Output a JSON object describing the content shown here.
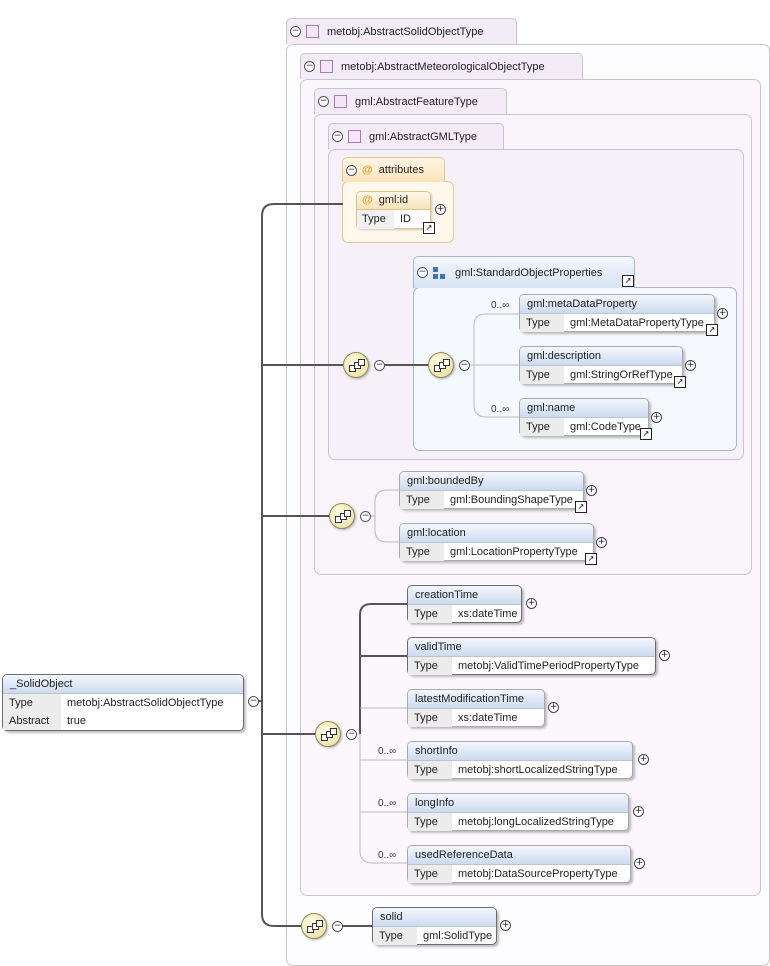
{
  "root": {
    "name": "_SolidObject",
    "rows": [
      {
        "key": "Type",
        "value": "metobj:AbstractSolidObjectType"
      },
      {
        "key": "Abstract",
        "value": "true"
      }
    ]
  },
  "types": {
    "solid_object": "metobj:AbstractSolidObjectType",
    "meteorological_object": "metobj:AbstractMeteorologicalObjectType",
    "feature": "gml:AbstractFeatureType",
    "gml": "gml:AbstractGMLType"
  },
  "attributes": {
    "label": "attributes",
    "id": {
      "name": "gml:id",
      "type_key": "Type",
      "type_value": "ID"
    }
  },
  "group": {
    "name": "gml:StandardObjectProperties"
  },
  "type_key": "Type",
  "elements": {
    "metaDataProperty": {
      "name": "gml:metaDataProperty",
      "type": "gml:MetaDataPropertyType",
      "occurs": "0..∞"
    },
    "description": {
      "name": "gml:description",
      "type": "gml:StringOrRefType"
    },
    "name": {
      "name": "gml:name",
      "type": "gml:CodeType",
      "occurs": "0..∞"
    },
    "boundedBy": {
      "name": "gml:boundedBy",
      "type": "gml:BoundingShapeType"
    },
    "location": {
      "name": "gml:location",
      "type": "gml:LocationPropertyType"
    },
    "creationTime": {
      "name": "creationTime",
      "type": "xs:dateTime"
    },
    "validTime": {
      "name": "validTime",
      "type": "metobj:ValidTimePeriodPropertyType"
    },
    "latestModificationTime": {
      "name": "latestModificationTime",
      "type": "xs:dateTime"
    },
    "shortInfo": {
      "name": "shortInfo",
      "type": "metobj:shortLocalizedStringType",
      "occurs": "0..∞"
    },
    "longInfo": {
      "name": "longInfo",
      "type": "metobj:longLocalizedStringType",
      "occurs": "0..∞"
    },
    "usedReferenceData": {
      "name": "usedReferenceData",
      "type": "metobj:DataSourcePropertyType",
      "occurs": "0..∞"
    },
    "solid": {
      "name": "solid",
      "type": "gml:SolidType"
    }
  },
  "colors": {
    "type_frame_bg": "#fbf7fc",
    "group_frame_bg": "#f6f8fc",
    "attribute_frame_bg": "#fff8ec",
    "element_header": "#cddbef",
    "connector": "#555555",
    "optional_connector": "#bbbbbb"
  },
  "icons": [
    "collapse-icon",
    "expand-icon",
    "type-icon",
    "attribute-icon",
    "group-icon",
    "sequence-icon",
    "link-arrow-icon"
  ]
}
